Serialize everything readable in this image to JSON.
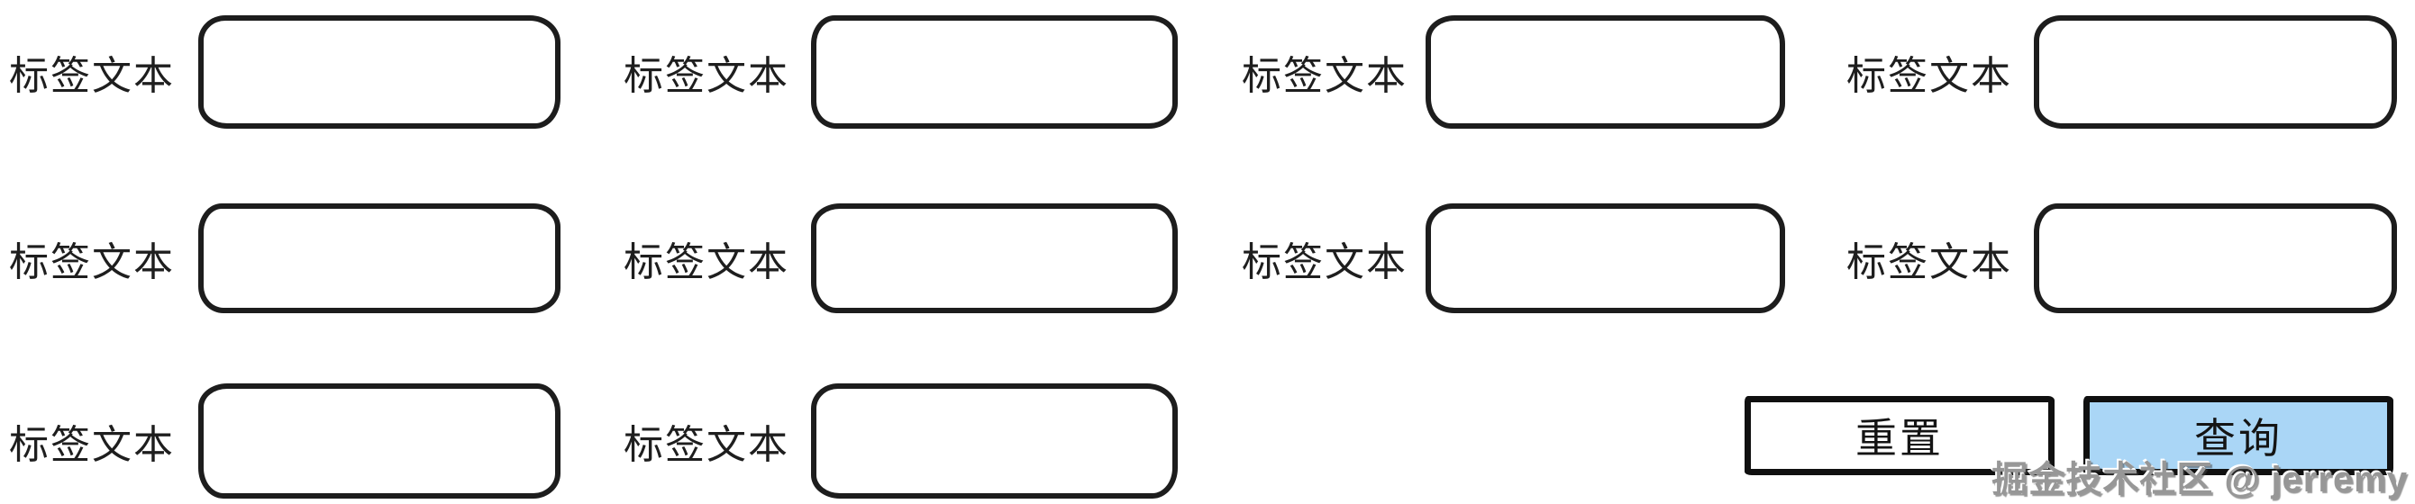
{
  "form": {
    "fields": [
      {
        "label": "标签文本"
      },
      {
        "label": "标签文本"
      },
      {
        "label": "标签文本"
      },
      {
        "label": "标签文本"
      },
      {
        "label": "标签文本"
      },
      {
        "label": "标签文本"
      },
      {
        "label": "标签文本"
      },
      {
        "label": "标签文本"
      },
      {
        "label": "标签文本"
      },
      {
        "label": "标签文本"
      }
    ],
    "input_value": "",
    "buttons": {
      "reset": {
        "label": "重置",
        "background": "#ffffff"
      },
      "query": {
        "label": "查询",
        "background": "#aad6f6"
      }
    },
    "colors": {
      "border": "#1d1d1d",
      "text": "#1e1e1e"
    }
  },
  "watermark": {
    "text": "掘金技术社区 @ jerremy"
  }
}
